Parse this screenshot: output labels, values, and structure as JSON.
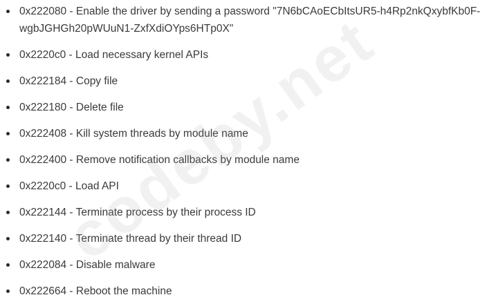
{
  "items": [
    {
      "code": "0x222080",
      "description": "Enable the driver by sending a password \"7N6bCAoECbItsUR5-h4Rp2nkQxybfKb0F-wgbJGHGh20pWUuN1-ZxfXdiOYps6HTp0X\""
    },
    {
      "code": "0x2220c0",
      "description": "Load necessary kernel APIs"
    },
    {
      "code": "0x222184",
      "description": "Copy file"
    },
    {
      "code": "0x222180",
      "description": "Delete file"
    },
    {
      "code": "0x222408",
      "description": "Kill system threads by module name"
    },
    {
      "code": "0x222400",
      "description": "Remove notification callbacks by module name"
    },
    {
      "code": "0x2220c0",
      "description": "Load API"
    },
    {
      "code": "0x222144",
      "description": "Terminate process by their process ID"
    },
    {
      "code": "0x222140",
      "description": "Terminate thread by their thread ID"
    },
    {
      "code": "0x222084",
      "description": "Disable malware"
    },
    {
      "code": "0x222664",
      "description": "Reboot the machine"
    }
  ],
  "separator": " - ",
  "watermark": "codeby.net"
}
